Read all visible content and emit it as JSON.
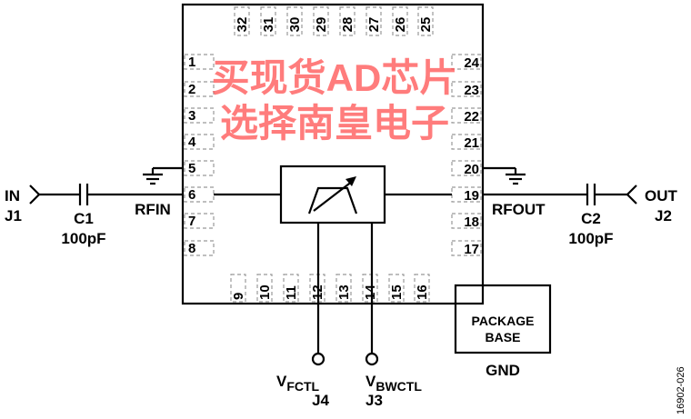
{
  "pins": {
    "left": [
      "1",
      "2",
      "3",
      "4",
      "5",
      "6",
      "7",
      "8"
    ],
    "bottom": [
      "9",
      "10",
      "11",
      "12",
      "13",
      "14",
      "15",
      "16"
    ],
    "right": [
      "17",
      "18",
      "19",
      "20",
      "21",
      "22",
      "23",
      "24"
    ],
    "top": [
      "25",
      "26",
      "27",
      "28",
      "29",
      "30",
      "31",
      "32"
    ]
  },
  "labels": {
    "in": "IN",
    "j1": "J1",
    "c1": "C1",
    "c1_value": "100pF",
    "rfin": "RFIN",
    "out": "OUT",
    "j2": "J2",
    "c2": "C2",
    "c2_value": "100pF",
    "rfout": "RFOUT",
    "vfctl_v": "V",
    "vfctl_sub": "FCTL",
    "j4": "J4",
    "vbwctl_v": "V",
    "vbwctl_sub": "BWCTL",
    "j3": "J3",
    "package_line1": "PACKAGE",
    "package_line2": "BASE",
    "gnd": "GND",
    "figure_id": "16902-026"
  },
  "watermark": "买现货AD芯片选择南皇电子",
  "colors": {
    "watermark": "#ff5050",
    "pad_outline": "#999999"
  }
}
